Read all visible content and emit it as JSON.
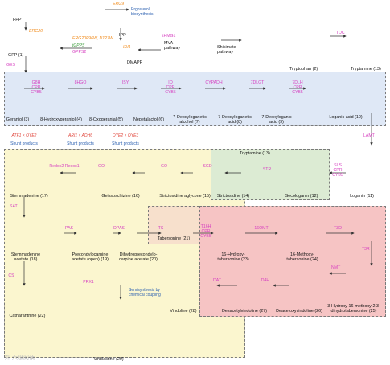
{
  "metabolites": {
    "fpp": "FPP",
    "gpp": "GPP (1)",
    "ipp": "IPP",
    "dmapp": "DMAPP",
    "ergosterol": "Ergosterol biosynthesis",
    "mva": "MVA pathway",
    "shikimate": "Shikimate pathway",
    "tryptophan": "Tryptophan (2)",
    "tryptamine": "Tryptamine (13)",
    "geraniol": "Geraniol (3)",
    "hydroxygeraniol": "8-Hydroxygeraniol (4)",
    "oxogeranial": "8-Oxogeranial (5)",
    "nepetalactol": "Nepetalactol (6)",
    "deoxyalcohol": "7-Deoxyloganetic alcohol (7)",
    "deoxyacid": "7-Deoxyloganetic acid (8)",
    "deoxylogacid": "7-Deoxyloganic acid (9)",
    "loganicacid": "Loganic acid (10)",
    "loganin": "Loganin (11)",
    "secologanin": "Secologanin (12)",
    "tryptamine13": "Tryptamine (13)",
    "strictosidine": "Strictosidine (14)",
    "aglycone": "Strictosidine aglycone (15)",
    "geissoschizine": "Geissoschizine (16)",
    "stemmadenine": "Stemmadenine (17)",
    "stemacetate": "Stemmadenine acetate (18)",
    "precondyl": "Precondylocarpine acetate (open) (19)",
    "dihydroprecondyl": "Dihydroprecondylo- carpine acetate (20)",
    "tabersonine": "Tabersonine (21)",
    "catharanthine": "Catharanthine (22)",
    "hydroxytab": "16-Hydroxy- tabersonine (23)",
    "methoxytab": "16-Methoxy- tabersonine (24)",
    "dihydrotab": "3-Hydroxy-16-methoxy-2,3- dihydrotabersonine (25)",
    "deacetoxy": "Deacetoxyvindoline (26)",
    "deacetyl": "Desacetylvindoline (27)",
    "vindoline": "Vindoline (28)",
    "vinblastine": "Vinblastine (29)"
  },
  "enzymes": {
    "erg9": "ERG9",
    "erg20": "ERG20",
    "erg20mut": "ERG20F96W, N127W",
    "tfgpps": "tGPPS",
    "gpps2": "GPPS2",
    "ges": "GES",
    "idi1": "IDI1",
    "inmg1": "tHMG1",
    "tdc": "TDC",
    "g8h": "G8H",
    "cpr": "CPR",
    "cyb5": "CYB5",
    "8hgo": "8HGO",
    "isy": "ISY",
    "io": "IO",
    "cyp": "CYPADH",
    "7dlgt": "7DLGT",
    "7dlh": "7DLH",
    "lamt": "LAMT",
    "sls": "SLS",
    "str": "STR",
    "sgd": "SGD",
    "go": "GO",
    "redox": "Redox1",
    "redox2": "Redox2",
    "sat": "SAT",
    "pas": "PAS",
    "dpas": "DPAS",
    "ts": "TS",
    "cs": "CS",
    "t16h": "T16H",
    "16omt": "16OMT",
    "t3o": "T3O",
    "t3r": "T3R",
    "nmt": "NMT",
    "d4h": "D4H",
    "dat": "DAT",
    "prx1": "PRX1"
  },
  "shunts": {
    "atf1": "ATF1",
    "oye2": "OYE2",
    "ari1": "ARI1",
    "adh6": "ADH6",
    "oye2b": "OYE2",
    "oye3": "OYE3",
    "label": "Shunt products"
  },
  "notes": {
    "semi": "Semisynthesis by chemical coupling",
    "watermark": "知 六级阅读"
  },
  "colors": {
    "blue_panel": "#dfe8f6",
    "yellow_panel": "#fbf6cf",
    "green_panel": "#dcebd3",
    "orange_panel": "#f7e0cc",
    "red_panel": "#f6c4c4",
    "enzyme": "#d63fc0",
    "shunt": "#2a5fb0",
    "native": "#f08a1a"
  }
}
